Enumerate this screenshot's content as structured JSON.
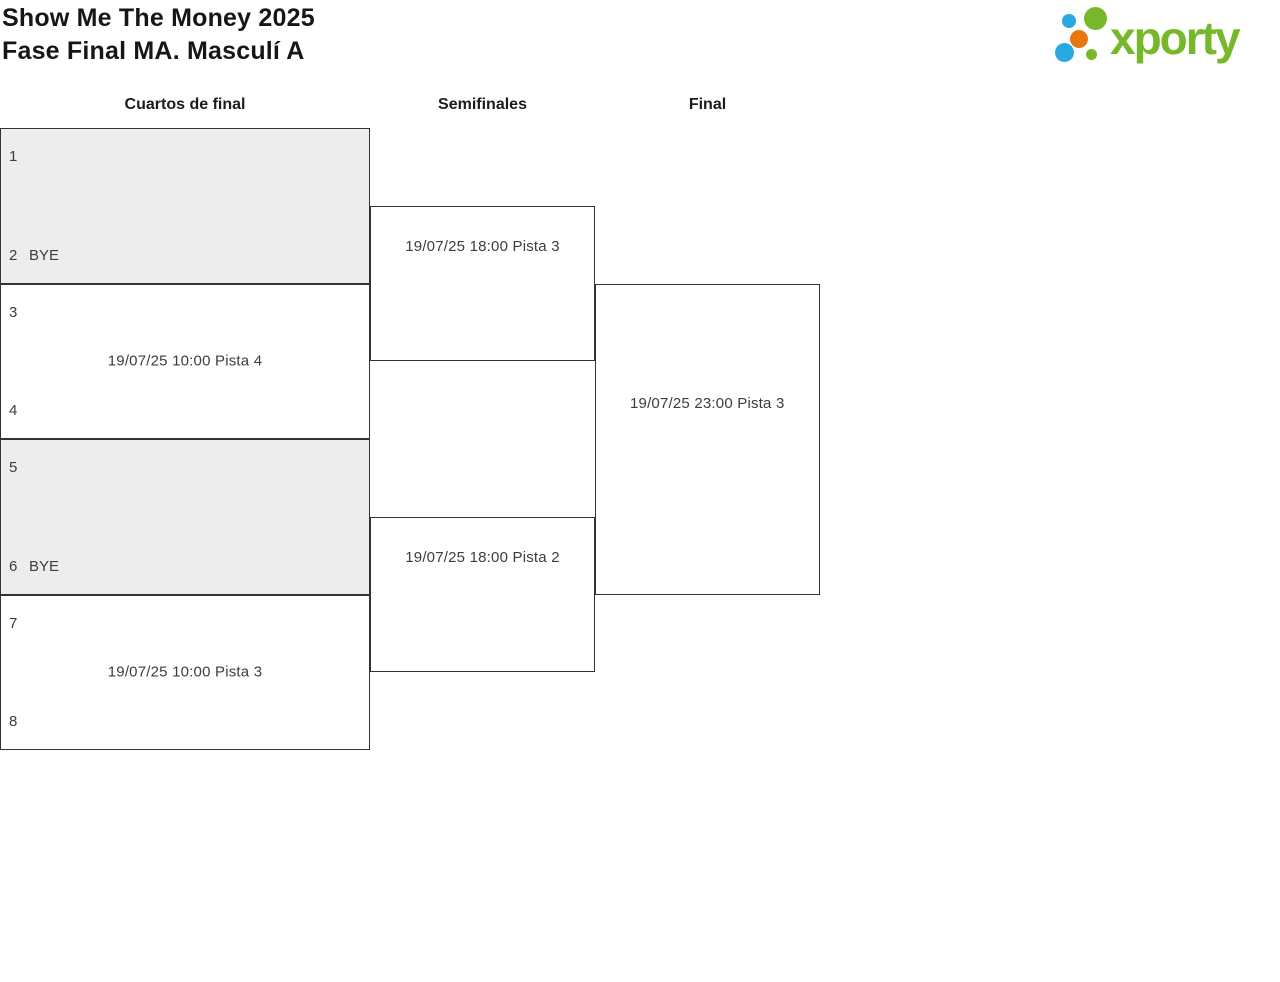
{
  "header": {
    "title_line1": "Show Me The Money 2025",
    "title_line2": "Fase Final MA. Masculí A",
    "logo_text": "xporty"
  },
  "rounds": [
    {
      "label": "Cuartos de final"
    },
    {
      "label": "Semifinales"
    },
    {
      "label": "Final"
    }
  ],
  "bracket": {
    "quarterfinals": [
      {
        "seed_top": "1",
        "name_top": "",
        "seed_bottom": "2",
        "name_bottom": "BYE",
        "match_info": "",
        "bye": true
      },
      {
        "seed_top": "3",
        "name_top": "",
        "seed_bottom": "4",
        "name_bottom": "",
        "match_info": "19/07/25 10:00 Pista 4",
        "bye": false
      },
      {
        "seed_top": "5",
        "name_top": "",
        "seed_bottom": "6",
        "name_bottom": "BYE",
        "match_info": "",
        "bye": true
      },
      {
        "seed_top": "7",
        "name_top": "",
        "seed_bottom": "8",
        "name_bottom": "",
        "match_info": "19/07/25 10:00 Pista 3",
        "bye": false
      }
    ],
    "semifinals": [
      {
        "match_info": "19/07/25 18:00 Pista 3"
      },
      {
        "match_info": "19/07/25 18:00 Pista 2"
      }
    ],
    "final": {
      "match_info": "19/07/25 23:00 Pista 3"
    }
  },
  "colors": {
    "brand_green": "#76b82a",
    "brand_blue": "#29a9e1",
    "brand_orange": "#e97710",
    "box_border": "#333333",
    "box_shaded": "#ededed"
  }
}
